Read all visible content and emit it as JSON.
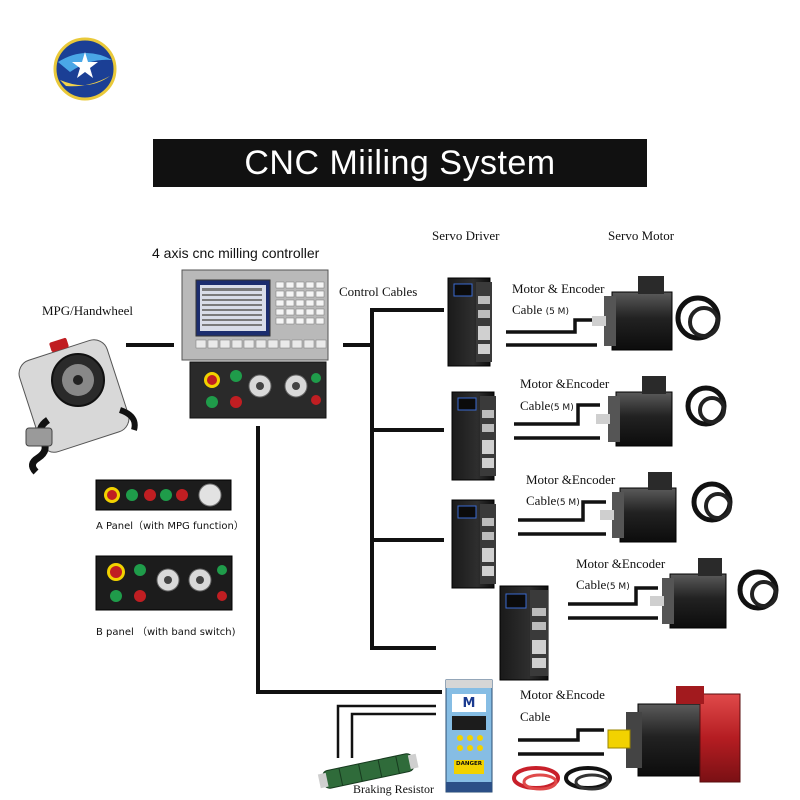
{
  "title": "CNC Miiling System",
  "labels": {
    "controller": "4 axis cnc milling controller",
    "mpg": "MPG/Handwheel",
    "control_cables": "Control Cables",
    "servo_driver": "Servo Driver",
    "servo_motor": "Servo Motor",
    "panel_a": "A Panel（with MPG function）",
    "panel_b": "B panel （with band switch)",
    "braking_resistor": "Braking Resistor"
  },
  "cables": [
    {
      "line1": "Motor & Encoder",
      "line2": "Cable",
      "len": "(5 M)"
    },
    {
      "line1": "Motor &Encoder",
      "line2": "Cable",
      "len": "(5 M)"
    },
    {
      "line1": "Motor &Encoder",
      "line2": "Cable",
      "len": "(5 M)"
    },
    {
      "line1": "Motor &Encoder",
      "line2": "Cable",
      "len": "(5 M)"
    },
    {
      "line1": "Motor &Encode",
      "line2": "Cable",
      "len": ""
    }
  ],
  "spindle_driver": {
    "brand": "M",
    "warning": "DANGER"
  },
  "colors": {
    "title_bg": "#111111",
    "title_fg": "#ffffff",
    "wire": "#111111",
    "accent_blue": "#1a3a8f",
    "spindle_motor_red": "#c8202a",
    "shaft_yellow": "#f2d200",
    "driver_blue": "#9ec9e8"
  }
}
